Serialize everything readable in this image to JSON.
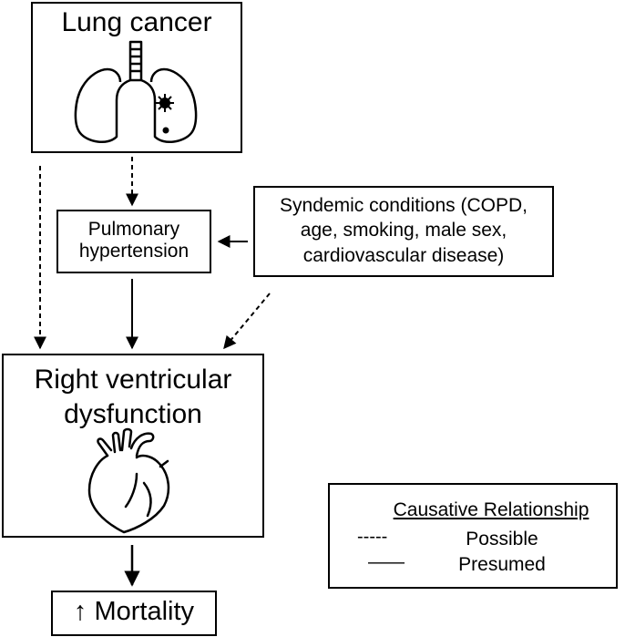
{
  "nodes": {
    "lung_cancer": "Lung cancer",
    "pulmonary_hypertension": [
      "Pulmonary",
      "hypertension"
    ],
    "syndemic": [
      "Syndemic conditions (COPD,",
      "age, smoking, male sex,",
      "cardiovascular disease)"
    ],
    "rv_dysfunction": [
      "Right ventricular",
      "dysfunction"
    ],
    "mortality_arrow": "↑",
    "mortality": "Mortality"
  },
  "legend": {
    "title": "Causative Relationship",
    "possible_symbol": "-----",
    "possible": "Possible",
    "presumed_symbol": "——",
    "presumed": "Presumed"
  },
  "icons": [
    "lungs-icon",
    "tumor-icon",
    "heart-icon"
  ]
}
